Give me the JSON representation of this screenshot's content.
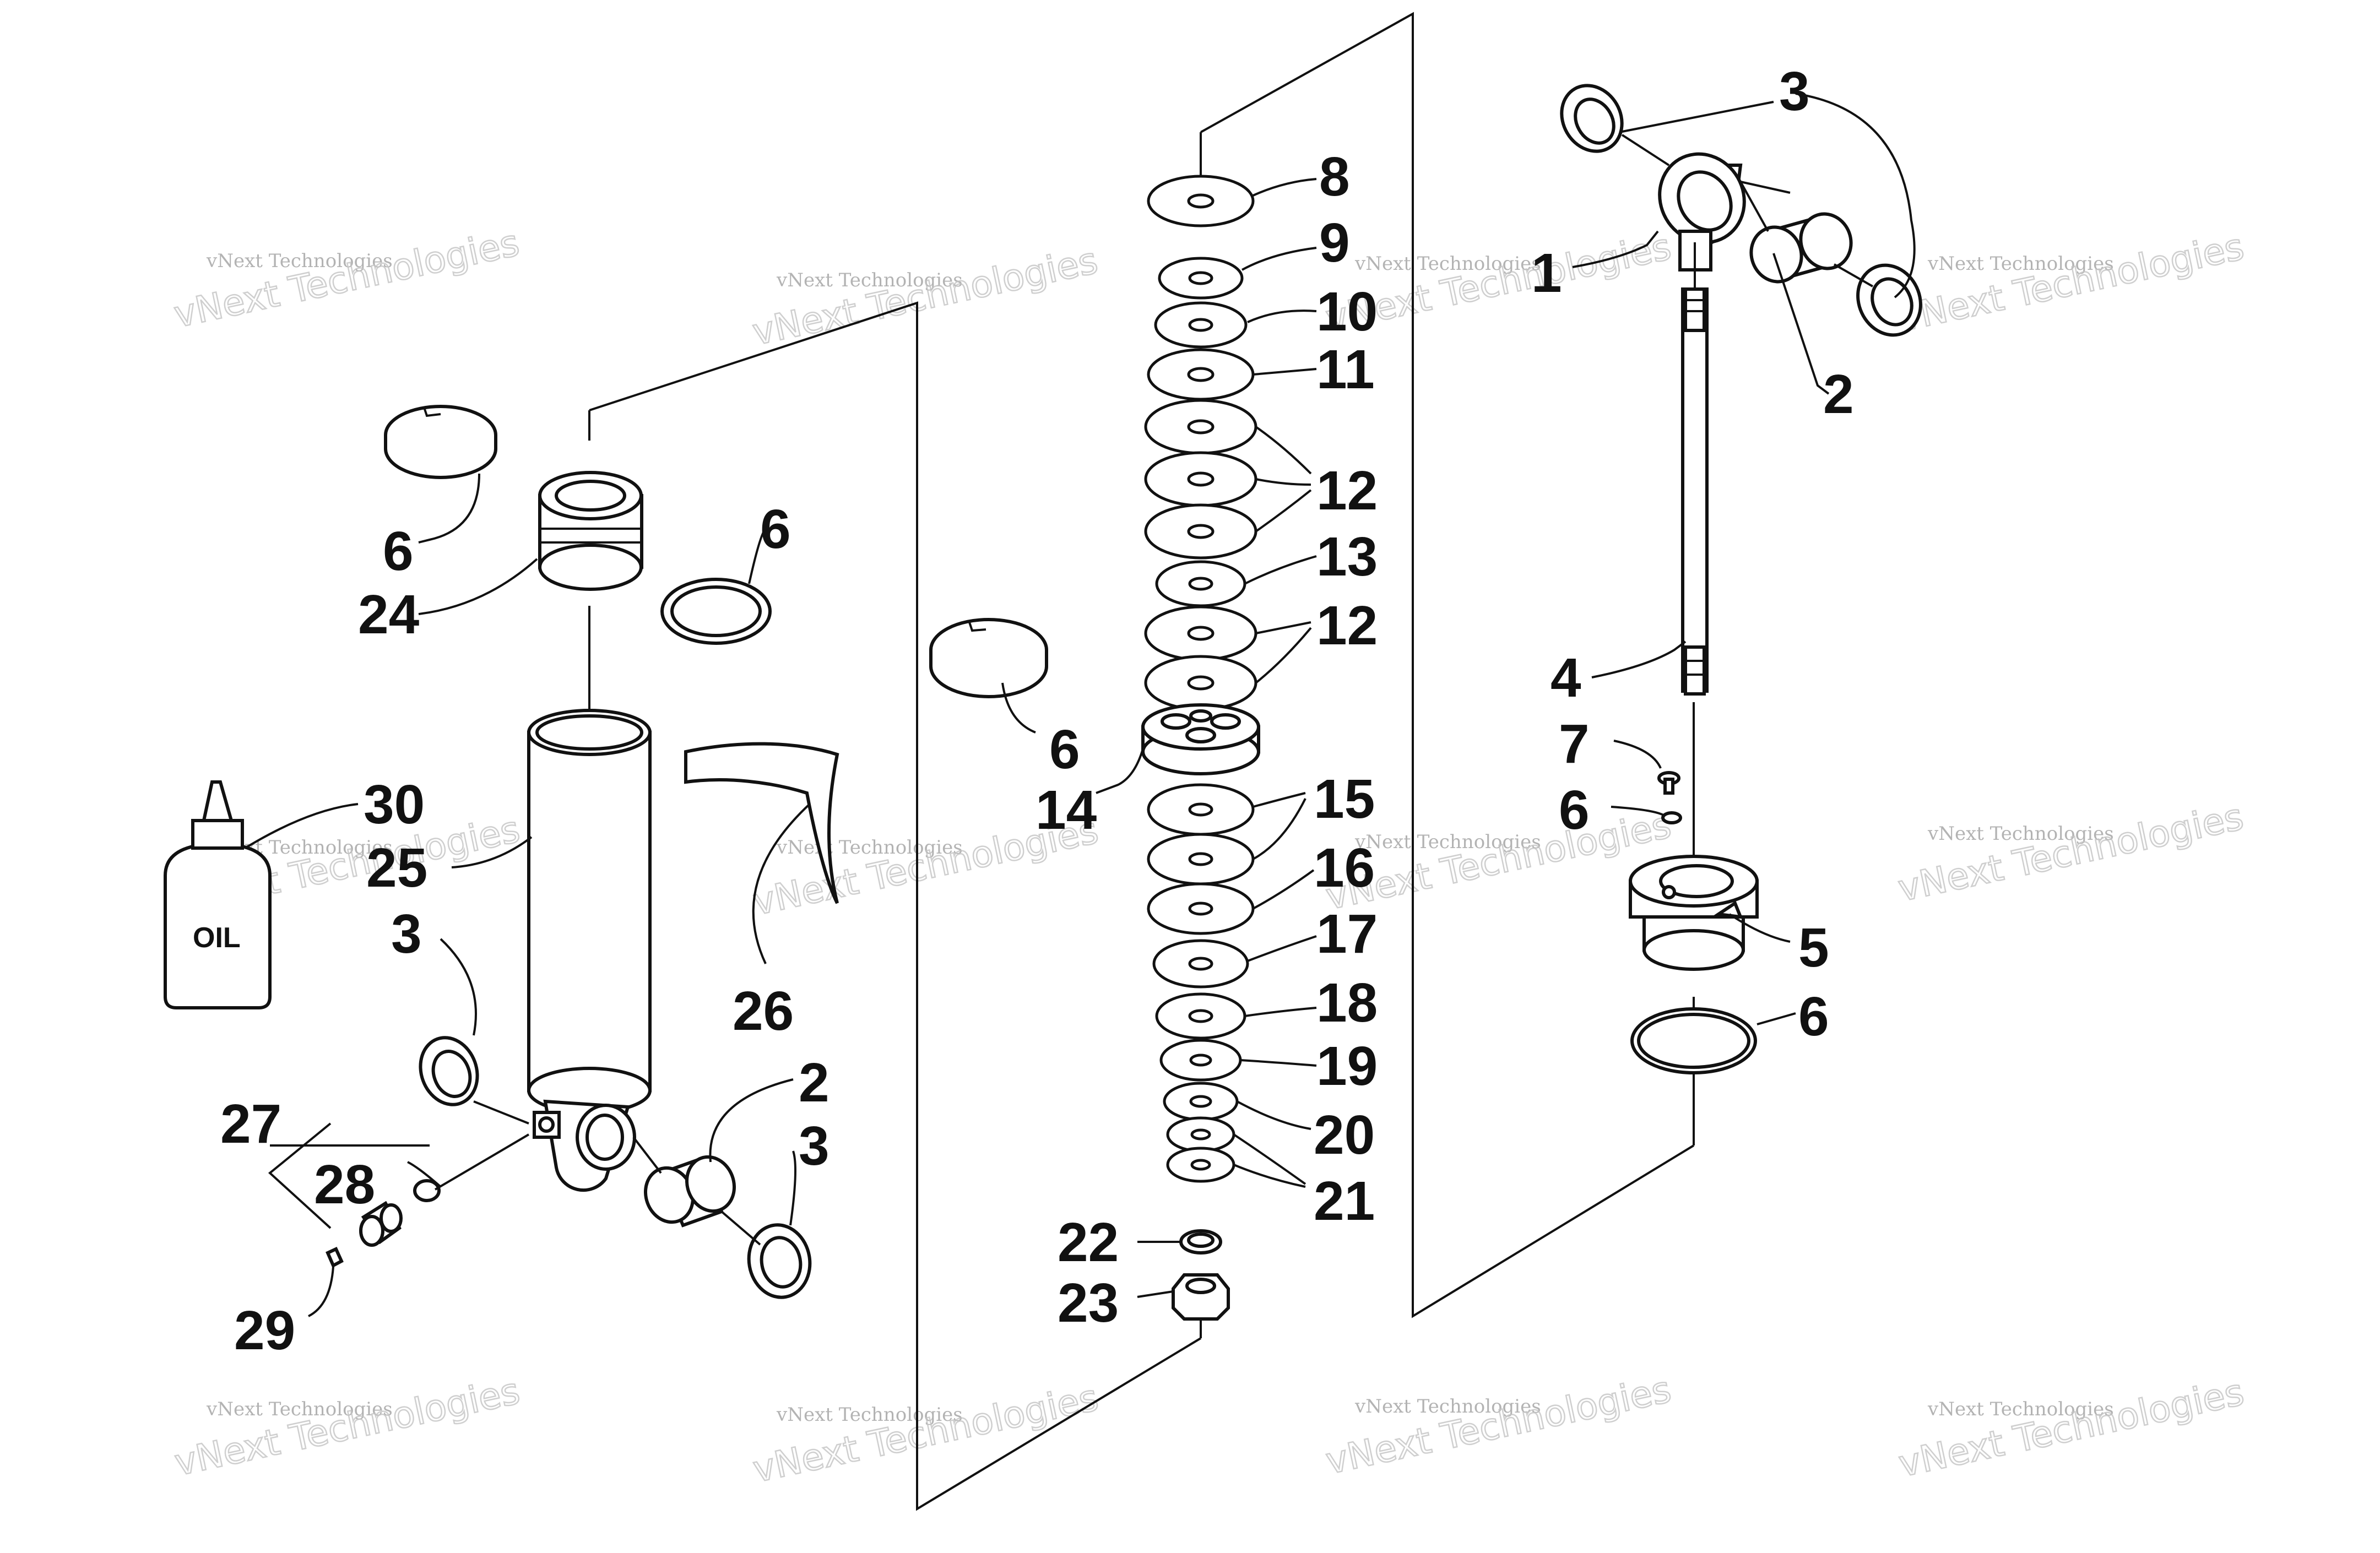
{
  "callouts": {
    "c_3_tr": "3",
    "c_1": "1",
    "c_2_tr": "2",
    "c_4": "4",
    "c_7": "7",
    "c_6_r1": "6",
    "c_5": "5",
    "c_6_r2": "6",
    "c_8": "8",
    "c_9": "9",
    "c_10": "10",
    "c_11": "11",
    "c_12a": "12",
    "c_13": "13",
    "c_12b": "12",
    "c_6_mid": "6",
    "c_14": "14",
    "c_15": "15",
    "c_16": "16",
    "c_17": "17",
    "c_18": "18",
    "c_19": "19",
    "c_20": "20",
    "c_21": "21",
    "c_22": "22",
    "c_23": "23",
    "c_6_l1": "6",
    "c_6_l2": "6",
    "c_24": "24",
    "c_30": "30",
    "c_25": "25",
    "c_3_l1": "3",
    "c_26": "26",
    "c_27": "27",
    "c_28": "28",
    "c_2_l": "2",
    "c_3_l2": "3",
    "c_29": "29"
  },
  "labels": {
    "oil_bottle": "OIL"
  },
  "watermark": {
    "line1": "vNext Technologies",
    "line2": "vNext Technologies"
  },
  "colors": {
    "ink": "#111111",
    "watermark": "#c4c4c4",
    "background": "#ffffff"
  }
}
